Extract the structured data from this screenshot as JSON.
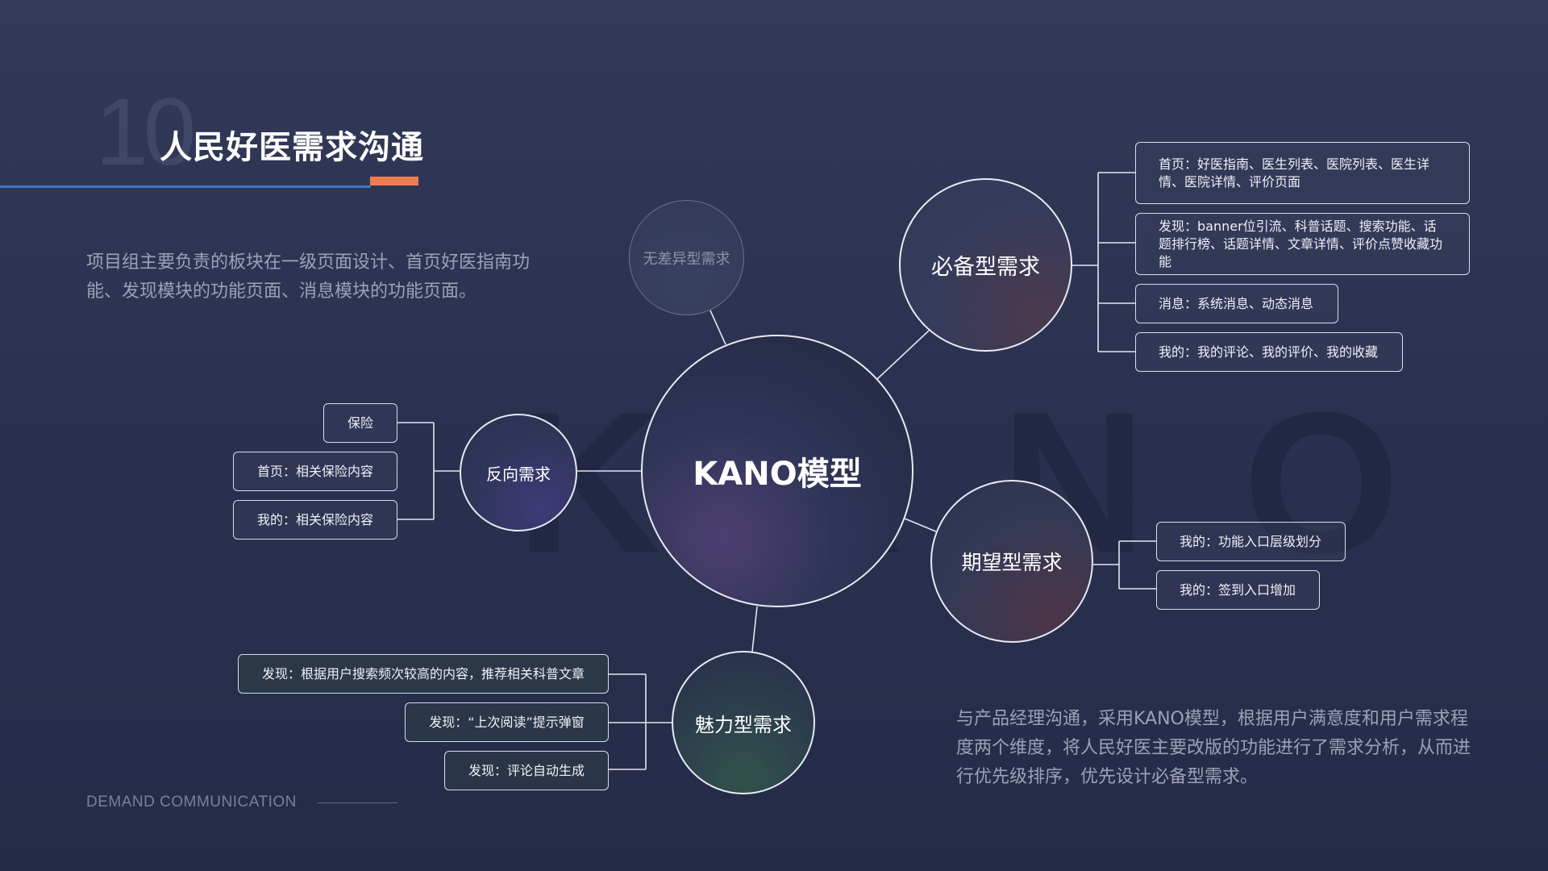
{
  "header": {
    "page_number": "10",
    "title": "人民好医需求沟通"
  },
  "intro": {
    "text": "项目组主要负责的板块在一级页面设计、首页好医指南功能、发现模块的功能页面、消息模块的功能页面。"
  },
  "watermark": {
    "text": "KANO"
  },
  "diagram": {
    "center": "KANO模型",
    "must_have": {
      "label": "必备型需求",
      "items": [
        "首页：好医指南、医生列表、医院列表、医生详情、医院详情、评价页面",
        "发现：banner位引流、科普话题、搜索功能、话题排行榜、话题详情、文章详情、评价点赞收藏功能",
        "消息：系统消息、动态消息",
        "我的：我的评论、我的评价、我的收藏"
      ]
    },
    "indifferent": {
      "label": "无差异型需求"
    },
    "reverse": {
      "label": "反向需求",
      "items": [
        "保险",
        "首页：相关保险内容",
        "我的：相关保险内容"
      ]
    },
    "expected": {
      "label": "期望型需求",
      "items": [
        "我的：功能入口层级划分",
        "我的：签到入口增加"
      ]
    },
    "attractive": {
      "label": "魅力型需求",
      "items": [
        "发现：根据用户搜索频次较高的内容，推荐相关科普文章",
        "发现：“上次阅读”提示弹窗",
        "发现：评论自动生成"
      ]
    }
  },
  "summary": {
    "text": "与产品经理沟通，采用KANO模型，根据用户满意度和用户需求程度两个维度，将人民好医主要改版的功能进行了需求分析，从而进行优先级排序，优先设计必备型需求。"
  },
  "footer": {
    "label": "DEMAND COMMUNICATION"
  }
}
